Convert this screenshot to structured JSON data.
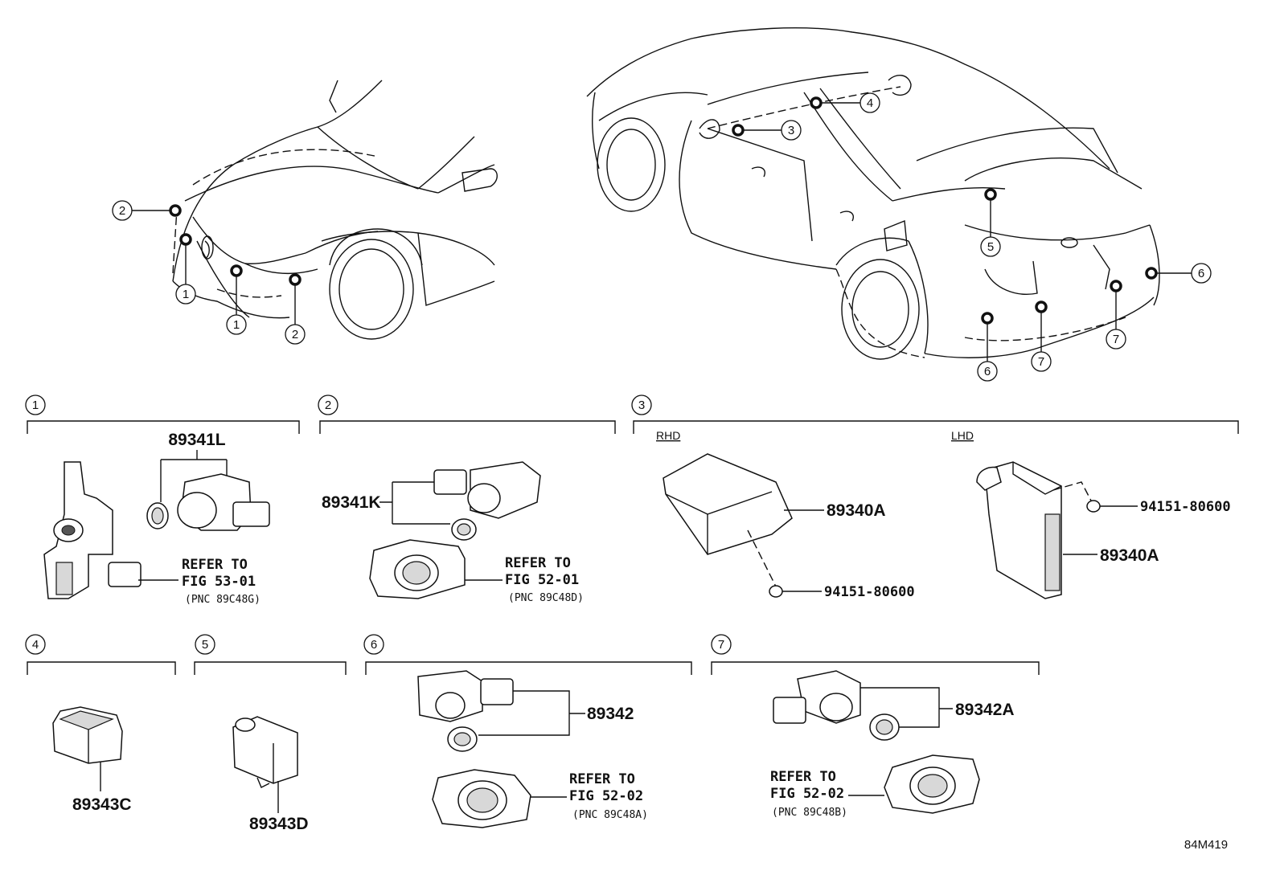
{
  "diagram_code": "84M419",
  "callouts": {
    "c1": "1",
    "c2": "2",
    "c3": "3",
    "c4": "4",
    "c5": "5",
    "c6": "6",
    "c7": "7"
  },
  "sections": {
    "s1": {
      "number": "1",
      "part": "89341L",
      "refer_line1": "REFER TO",
      "refer_line2": "FIG 53-01",
      "refer_pnc": "(PNC 89C48G)"
    },
    "s2": {
      "number": "2",
      "part": "89341K",
      "refer_line1": "REFER TO",
      "refer_line2": "FIG 52-01",
      "refer_pnc": "(PNC 89C48D)"
    },
    "s3": {
      "number": "3",
      "rhd_label": "RHD",
      "lhd_label": "LHD",
      "rhd_part": "89340A",
      "rhd_screw": "94151-80600",
      "lhd_part": "89340A",
      "lhd_screw": "94151-80600"
    },
    "s4": {
      "number": "4",
      "part": "89343C"
    },
    "s5": {
      "number": "5",
      "part": "89343D"
    },
    "s6": {
      "number": "6",
      "part": "89342",
      "refer_line1": "REFER TO",
      "refer_line2": "FIG 52-02",
      "refer_pnc": "(PNC 89C48A)"
    },
    "s7": {
      "number": "7",
      "part": "89342A",
      "refer_line1": "REFER TO",
      "refer_line2": "FIG 52-02",
      "refer_pnc": "(PNC 89C48B)"
    }
  }
}
